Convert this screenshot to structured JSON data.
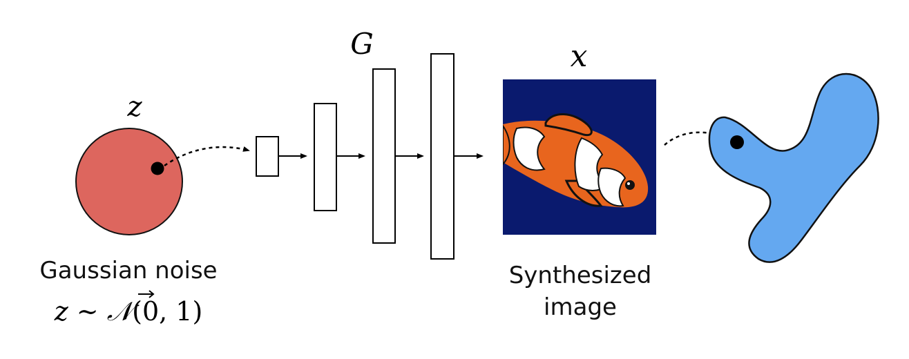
{
  "labels": {
    "latent": "z",
    "generator": "G",
    "output": "x"
  },
  "noise": {
    "caption": "Gaussian noise",
    "formula_prefix": "z ∼ ",
    "formula_dist": "𝒩",
    "formula_args": "(0, 1)",
    "color": "#dd665e"
  },
  "synthesized": {
    "caption_line1": "Synthesized",
    "caption_line2": "image",
    "background_color": "#0a1a6e",
    "fish_orange": "#e8651e",
    "fish_white": "#ffffff",
    "fish_black": "#111111"
  },
  "manifold": {
    "color": "#64a8f0"
  }
}
